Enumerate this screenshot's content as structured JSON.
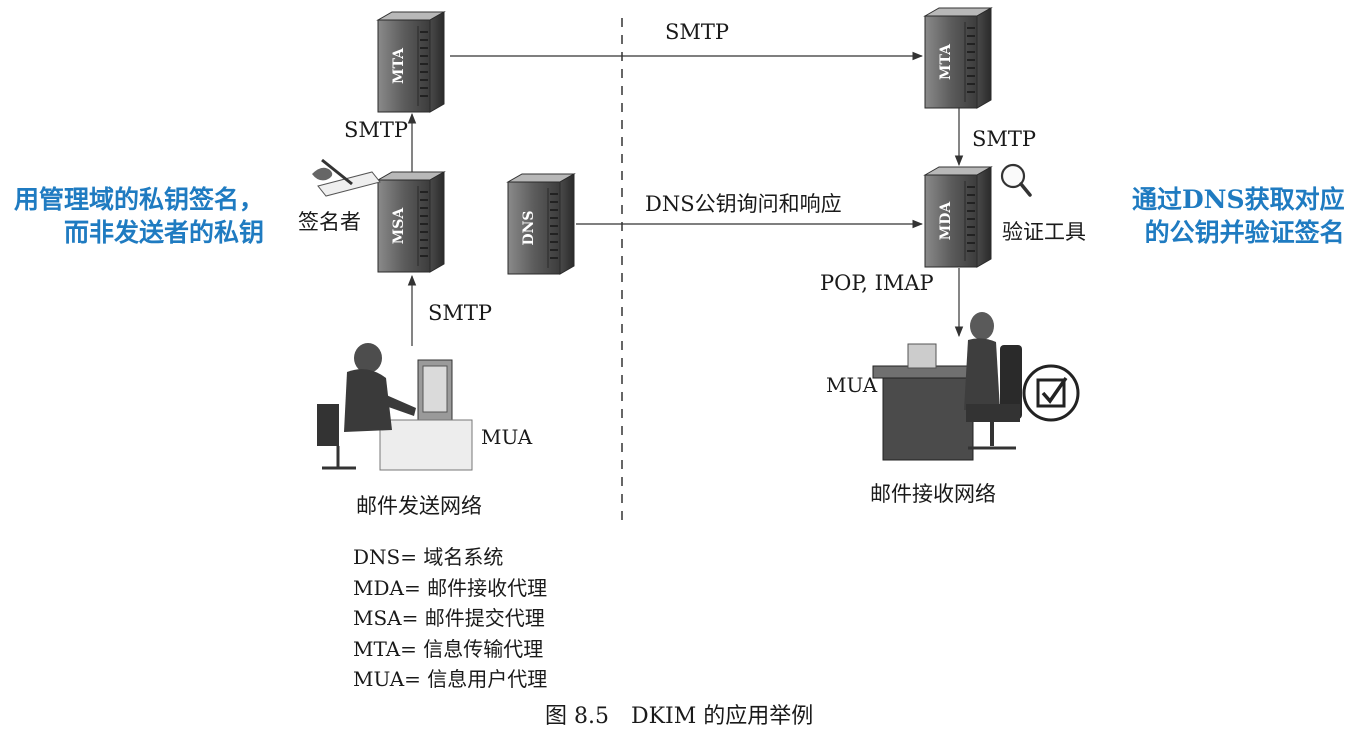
{
  "servers": {
    "mta_send": "MTA",
    "msa": "MSA",
    "dns": "DNS",
    "mta_recv": "MTA",
    "mda": "MDA"
  },
  "edges": {
    "smtp_top": "SMTP",
    "smtp_left_mid": "SMTP",
    "smtp_left_low": "SMTP",
    "smtp_right": "SMTP",
    "dns_query": "DNS公钥询问和响应",
    "pop_imap": "POP, IMAP"
  },
  "labels": {
    "signer": "签名者",
    "verifier": "验证工具",
    "mua_sender": "MUA",
    "mua_receiver": "MUA",
    "send_network": "邮件发送网络",
    "recv_network": "邮件接收网络"
  },
  "annotations": {
    "left_line1": "用管理域的私钥签名，",
    "left_line2": "而非发送者的私钥",
    "right_line1": "通过DNS获取对应",
    "right_line2": "的公钥并验证签名"
  },
  "legend": [
    "DNS= 域名系统",
    "MDA= 邮件接收代理",
    "MSA= 邮件提交代理",
    "MTA= 信息传输代理",
    "MUA= 信息用户代理"
  ],
  "caption": {
    "number": "图 8.5",
    "title": "DKIM 的应用举例"
  },
  "colors": {
    "annotation": "#1f7bc1",
    "server_body": "#6a6a6a",
    "server_dark": "#2e2e2e",
    "line": "#333333"
  }
}
